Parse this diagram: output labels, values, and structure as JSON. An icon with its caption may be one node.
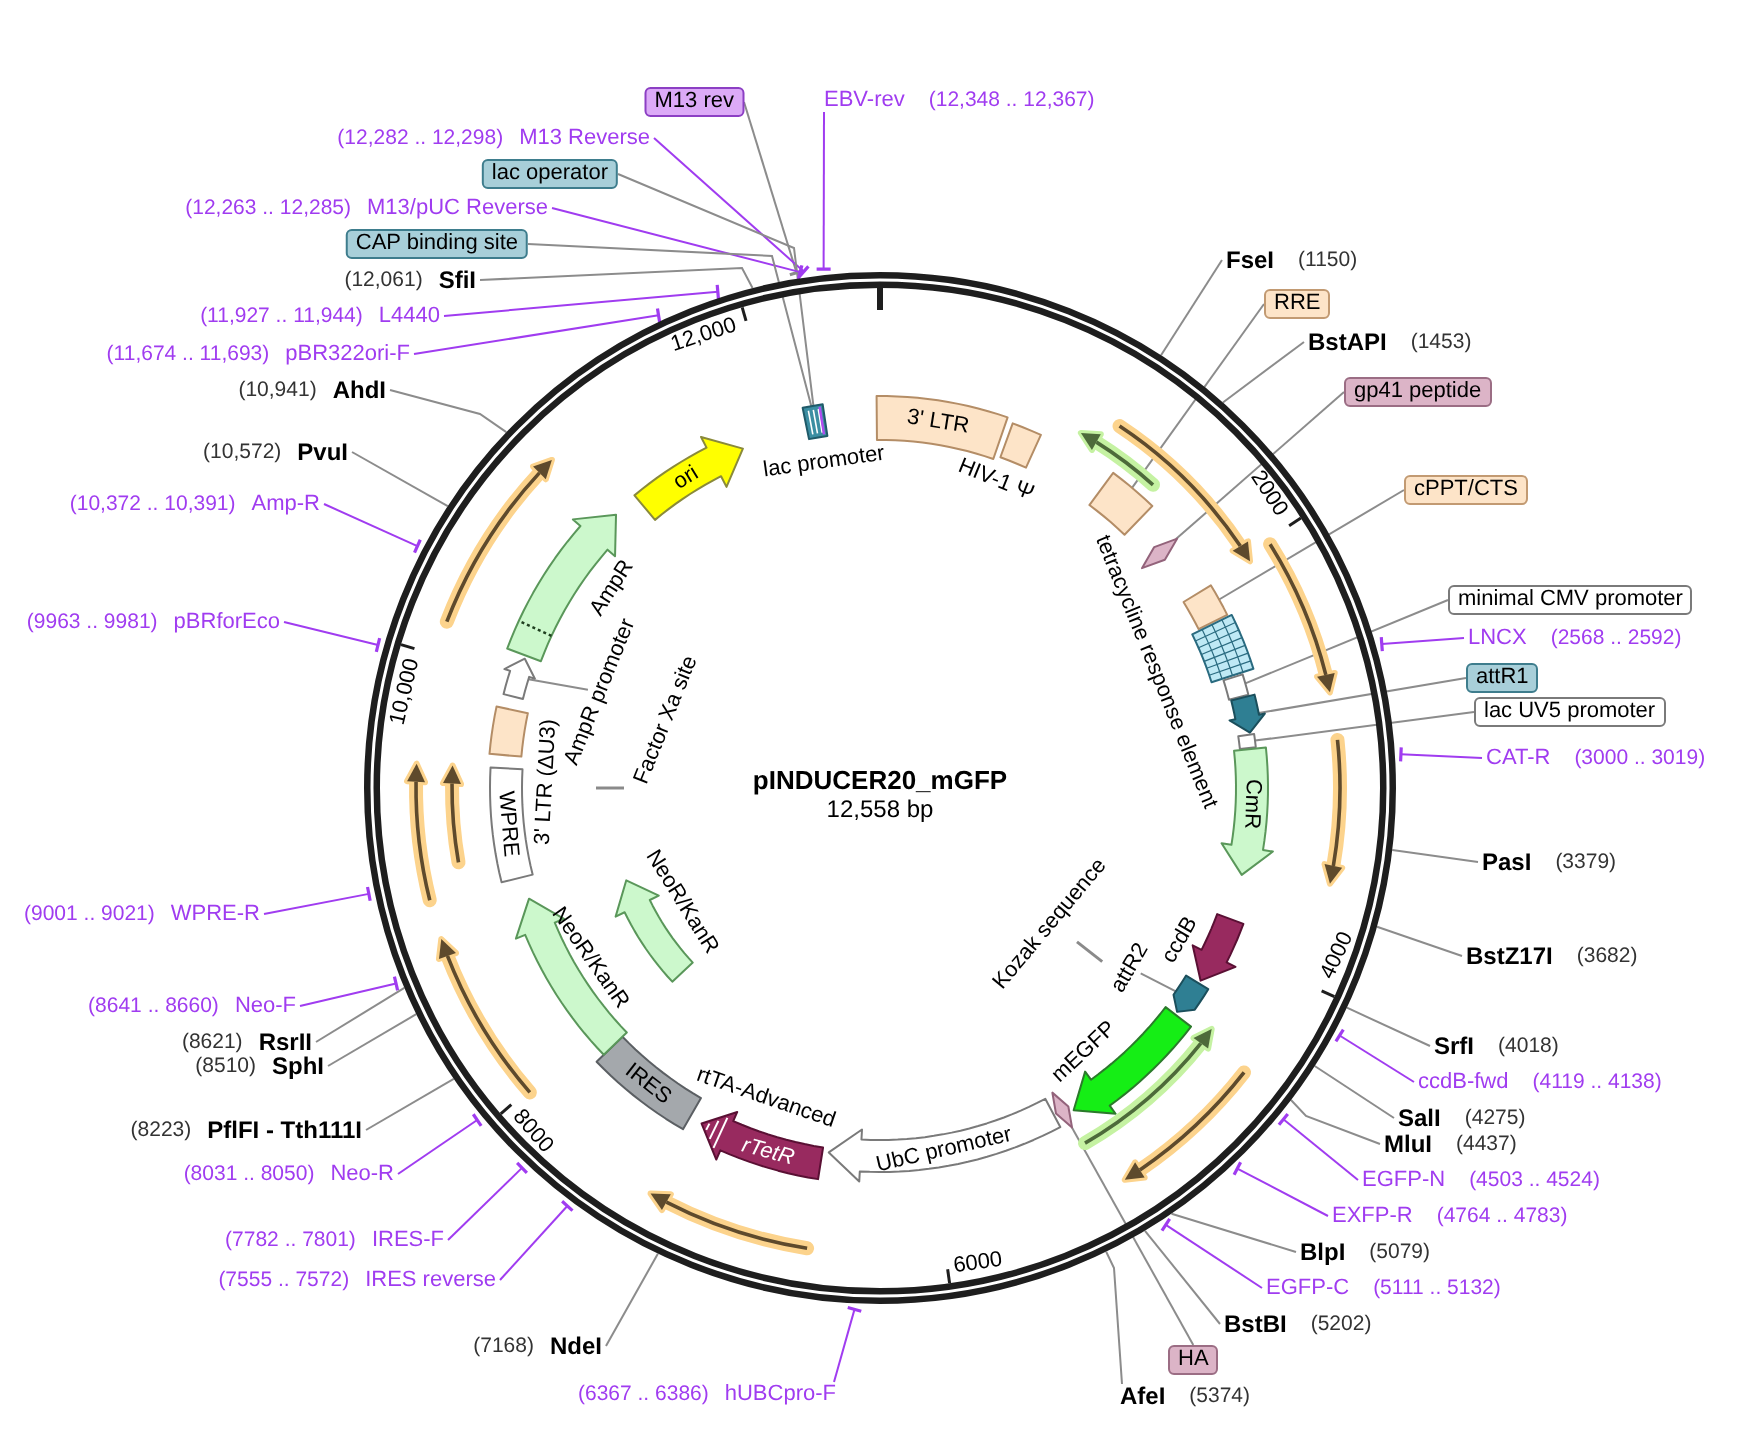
{
  "diagram": {
    "title": "pINDUCER20_mGFP",
    "nodes": [
      {
        "text": [
          "M13 rev"
        ]
      },
      {
        "text": [
          "EBV-rev",
          "(12,348 .. 12,367)"
        ]
      },
      {
        "text": [
          "(12,282 .. 12,298)",
          "M13 Reverse"
        ]
      },
      {
        "text": [
          "lac operator"
        ]
      },
      {
        "text": [
          "(12,263 .. 12,285)",
          "M13/pUC Reverse"
        ]
      },
      {
        "text": [
          "CAP binding site"
        ]
      },
      {
        "text": [
          "(12,061)",
          "SfiI"
        ]
      },
      {
        "text": [
          "(11,927 .. 11,944)",
          "L4440"
        ]
      },
      {
        "text": [
          "(11,674 .. 11,693)",
          "pBR322ori-F"
        ]
      },
      {
        "text": [
          "(10,941)",
          "AhdI"
        ]
      },
      {
        "text": [
          "(10,572)",
          "PvuI"
        ]
      },
      {
        "text": [
          "(10,372 .. 10,391)",
          "Amp-R"
        ]
      },
      {
        "text": [
          "(9963 .. 9981)",
          "pBRforEco"
        ]
      },
      {
        "text": [
          "(9001 .. 9021)",
          "WPRE-R"
        ]
      },
      {
        "text": [
          "(8641 .. 8660)",
          "Neo-F"
        ]
      },
      {
        "text": [
          "(8621)",
          "RsrII"
        ]
      },
      {
        "text": [
          "(8510)",
          "SphI"
        ]
      },
      {
        "text": [
          "(8223)",
          "PflFI - Tth111I"
        ]
      },
      {
        "text": [
          "(8031 .. 8050)",
          "Neo-R"
        ]
      },
      {
        "text": [
          "(7782 .. 7801)",
          "IRES-F"
        ]
      },
      {
        "text": [
          "(7555 .. 7572)",
          "IRES reverse"
        ]
      },
      {
        "text": [
          "(7168)",
          "NdeI"
        ]
      },
      {
        "text": [
          "(6367 .. 6386)",
          "hUBCpro-F"
        ]
      },
      {
        "text": [
          "FseI",
          "(1150)"
        ]
      },
      {
        "text": [
          "RRE"
        ]
      },
      {
        "text": [
          "BstAPI",
          "(1453)"
        ]
      },
      {
        "text": [
          "gp41 peptide"
        ]
      },
      {
        "text": [
          "cPPT/CTS"
        ]
      },
      {
        "text": [
          "minimal CMV promoter"
        ]
      },
      {
        "text": [
          "LNCX",
          "(2568 .. 2592)"
        ]
      },
      {
        "text": [
          "attR1"
        ]
      },
      {
        "text": [
          "lac UV5 promoter"
        ]
      },
      {
        "text": [
          "CAT-R",
          "(3000 .. 3019)"
        ]
      },
      {
        "text": [
          "PasI",
          "(3379)"
        ]
      },
      {
        "text": [
          "BstZ17I",
          "(3682)"
        ]
      },
      {
        "text": [
          "SrfI",
          "(4018)"
        ]
      },
      {
        "text": [
          "ccdB-fwd",
          "(4119 .. 4138)"
        ]
      },
      {
        "text": [
          "SalI",
          "(4275)"
        ]
      },
      {
        "text": [
          "MluI",
          "(4437)"
        ]
      },
      {
        "text": [
          "EGFP-N",
          "(4503 .. 4524)"
        ]
      },
      {
        "text": [
          "EXFP-R",
          "(4764 .. 4783)"
        ]
      },
      {
        "text": [
          "BlpI",
          "(5079)"
        ]
      },
      {
        "text": [
          "EGFP-C",
          "(5111 .. 5132)"
        ]
      },
      {
        "text": [
          "BstBI",
          "(5202)"
        ]
      },
      {
        "text": [
          "HA"
        ]
      },
      {
        "text": [
          "AfeI",
          "(5374)"
        ]
      },
      {
        "text": [],
        "shape": "circle"
      },
      {
        "text": [],
        "shape": "box",
        "beside": [
          "lac promoter"
        ],
        "in": 46
      },
      {
        "text": [
          "3' LTR"
        ],
        "in": 46
      },
      {
        "text": [],
        "shape": "box",
        "beside": [
          "HIV-1 Ψ"
        ],
        "in": 46
      },
      {
        "text": [],
        "shape": "box",
        "in": 46
      },
      {
        "text": [],
        "shape": "diamond",
        "in": 46
      },
      {
        "text": [],
        "shape": "box",
        "in": 46
      },
      {
        "text": [],
        "shape": "box",
        "beside": [
          "tetracycline response element"
        ],
        "in": 46
      },
      {
        "text": [],
        "shape": "box",
        "in": 46
      },
      {
        "text": [],
        "shape": "arrow",
        "in": 46
      },
      {
        "text": [],
        "shape": "box",
        "in": 46
      },
      {
        "text": [
          "CmR"
        ],
        "in": 46
      },
      {
        "text": [],
        "shape": "arrow",
        "beside": [
          "ccdB"
        ],
        "in": 46
      },
      {
        "text": [],
        "shape": "arrow",
        "in": 46
      },
      {
        "text": [],
        "shape": "arrow",
        "beside": [
          "mEGFP"
        ],
        "in": 46
      },
      {
        "text": [],
        "shape": "diamond",
        "in": 46
      },
      {
        "text": [
          "UbC promoter"
        ],
        "in": 46
      },
      {
        "text": [
          "rTetR"
        ],
        "beside": [
          "rtTA-Advanced"
        ],
        "in": 46
      },
      {
        "text": [
          "IRES"
        ],
        "in": 46
      },
      {
        "text": [],
        "shape": "arrow",
        "beside": [
          "NeoR/KanR"
        ],
        "in": 46
      },
      {
        "text": [
          "WPRE"
        ],
        "in": 46
      },
      {
        "text": [],
        "shape": "box",
        "beside": [
          "3' LTR (ΔU3)"
        ],
        "in": 46
      },
      {
        "text": [],
        "shape": "arrow",
        "in": 46
      },
      {
        "text": [],
        "shape": "arrow",
        "beside": [
          "AmpR"
        ],
        "in": 46
      },
      {
        "text": [
          "ori"
        ],
        "in": 46
      },
      {
        "text": [],
        "shape": "arrow",
        "beside": [
          "NeoR/KanR"
        ],
        "in": 46
      },
      {
        "text": [],
        "shape": "line",
        "beside": [
          "Kozak sequence"
        ],
        "in": 46
      },
      {
        "text": [
          "attR2"
        ],
        "in": 46
      },
      {
        "text": [
          "AmpR promoter"
        ],
        "in": 46
      },
      {
        "text": [],
        "shape": "line",
        "beside": [
          "Factor Xa site"
        ],
        "in": 46
      },
      {
        "text": [],
        "shape": "arrow",
        "in": 46
      },
      {
        "text": [],
        "shape": "arrow",
        "in": 46
      },
      {
        "text": [],
        "shape": "arrow",
        "in": 46
      },
      {
        "text": [],
        "shape": "arrow",
        "in": 46
      },
      {
        "text": [],
        "shape": "arrow",
        "in": 46
      },
      {
        "text": [],
        "shape": "arrow",
        "in": 46
      },
      {
        "text": [],
        "shape": "arrow",
        "in": 46
      },
      {
        "text": [],
        "shape": "arrow",
        "in": 46
      },
      {
        "text": [],
        "shape": "arrow",
        "in": 46
      },
      {
        "text": [],
        "shape": "arrow",
        "in": 46
      },
      {
        "text": [],
        "shape": "arrow",
        "in": 46
      }
    ],
    "edges": [
      {
        "from": 0,
        "to": 46,
        "arrow": "other"
      },
      {
        "from": 1,
        "to": 46,
        "arrow": "other",
        "color": "#a03cf0"
      },
      {
        "from": 2,
        "to": 46,
        "arrow": "other",
        "color": "#a03cf0"
      },
      {
        "from": 3,
        "to": 47,
        "arrow": "none"
      },
      {
        "from": 4,
        "to": 46,
        "arrow": "other",
        "color": "#a03cf0"
      },
      {
        "from": 5,
        "to": 47,
        "arrow": "none"
      },
      {
        "from": 6,
        "to": 46,
        "arrow": "none"
      },
      {
        "from": 7,
        "to": 46,
        "arrow": "other",
        "color": "#a03cf0"
      },
      {
        "from": 8,
        "to": 46,
        "arrow": "other",
        "color": "#a03cf0"
      },
      {
        "from": 9,
        "to": 46,
        "arrow": "none"
      },
      {
        "from": 10,
        "to": 46,
        "arrow": "none"
      },
      {
        "from": 11,
        "to": 46,
        "arrow": "other",
        "color": "#a03cf0"
      },
      {
        "from": 12,
        "to": 46,
        "arrow": "other",
        "color": "#a03cf0"
      },
      {
        "from": 13,
        "to": 46,
        "arrow": "other",
        "color": "#a03cf0"
      },
      {
        "from": 14,
        "to": 46,
        "arrow": "other",
        "color": "#a03cf0"
      },
      {
        "from": 15,
        "to": 46,
        "arrow": "none"
      },
      {
        "from": 16,
        "to": 46,
        "arrow": "none"
      },
      {
        "from": 17,
        "to": 46,
        "arrow": "none"
      },
      {
        "from": 18,
        "to": 46,
        "arrow": "other",
        "color": "#a03cf0"
      },
      {
        "from": 19,
        "to": 46,
        "arrow": "other",
        "color": "#a03cf0"
      },
      {
        "from": 20,
        "to": 46,
        "arrow": "other",
        "color": "#a03cf0"
      },
      {
        "from": 21,
        "to": 46,
        "arrow": "none"
      },
      {
        "from": 22,
        "to": 46,
        "arrow": "other",
        "color": "#a03cf0"
      },
      {
        "from": 23,
        "to": 46,
        "arrow": "none"
      },
      {
        "from": 24,
        "to": 50,
        "arrow": "none"
      },
      {
        "from": 25,
        "to": 46,
        "arrow": "none"
      },
      {
        "from": 26,
        "to": 51,
        "arrow": "none"
      },
      {
        "from": 27,
        "to": 52,
        "arrow": "none"
      },
      {
        "from": 28,
        "to": 54,
        "arrow": "none"
      },
      {
        "from": 29,
        "to": 46,
        "arrow": "other",
        "color": "#a03cf0"
      },
      {
        "from": 30,
        "to": 55,
        "arrow": "none"
      },
      {
        "from": 31,
        "to": 56,
        "arrow": "none"
      },
      {
        "from": 32,
        "to": 46,
        "arrow": "other",
        "color": "#a03cf0"
      },
      {
        "from": 33,
        "to": 46,
        "arrow": "none"
      },
      {
        "from": 34,
        "to": 46,
        "arrow": "none"
      },
      {
        "from": 35,
        "to": 46,
        "arrow": "none"
      },
      {
        "from": 36,
        "to": 46,
        "arrow": "other",
        "color": "#a03cf0"
      },
      {
        "from": 37,
        "to": 46,
        "arrow": "none"
      },
      {
        "from": 38,
        "to": 46,
        "arrow": "none"
      },
      {
        "from": 39,
        "to": 46,
        "arrow": "other",
        "color": "#a03cf0"
      },
      {
        "from": 40,
        "to": 46,
        "arrow": "other",
        "color": "#a03cf0"
      },
      {
        "from": 41,
        "to": 46,
        "arrow": "none"
      },
      {
        "from": 42,
        "to": 46,
        "arrow": "other",
        "color": "#a03cf0"
      },
      {
        "from": 43,
        "to": 46,
        "arrow": "none"
      },
      {
        "from": 44,
        "to": 61,
        "arrow": "none"
      },
      {
        "from": 45,
        "to": 46,
        "arrow": "none"
      },
      {
        "from": 73,
        "to": 59,
        "arrow": "none"
      },
      {
        "from": 74,
        "to": 68,
        "arrow": "none"
      }
    ],
    "labels": [
      "12,000",
      "2000",
      "4000",
      "6000",
      "8000",
      "10,000",
      "12,558 bp"
    ]
  }
}
